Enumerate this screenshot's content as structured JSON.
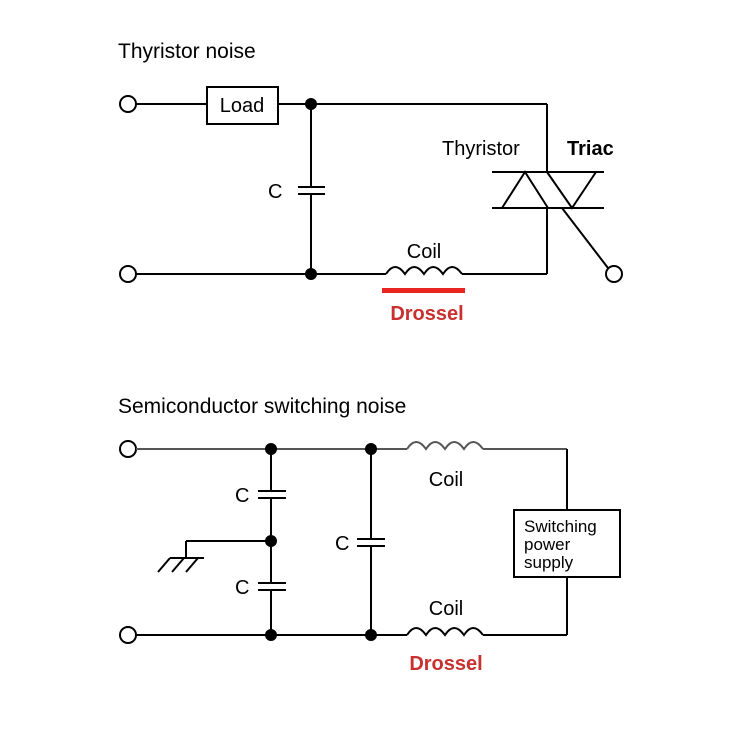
{
  "circuit1": {
    "title": "Thyristor noise",
    "load_label": "Load",
    "capacitor_label": "C",
    "coil_label": "Coil",
    "drossel_label": "Drossel",
    "thyristor_label": "Thyristor",
    "triac_label": "Triac"
  },
  "circuit2": {
    "title": "Semiconductor switching noise",
    "cap_top_label": "C",
    "cap_bottom_label": "C",
    "cap_mid_label": "C",
    "coil_top_label": "Coil",
    "coil_bottom_label": "Coil",
    "drossel_label": "Drossel",
    "psu_line1": "Switching",
    "psu_line2": "power",
    "psu_line3": "supply"
  },
  "colors": {
    "wire": "#000000",
    "highlight": "#c8312f"
  }
}
